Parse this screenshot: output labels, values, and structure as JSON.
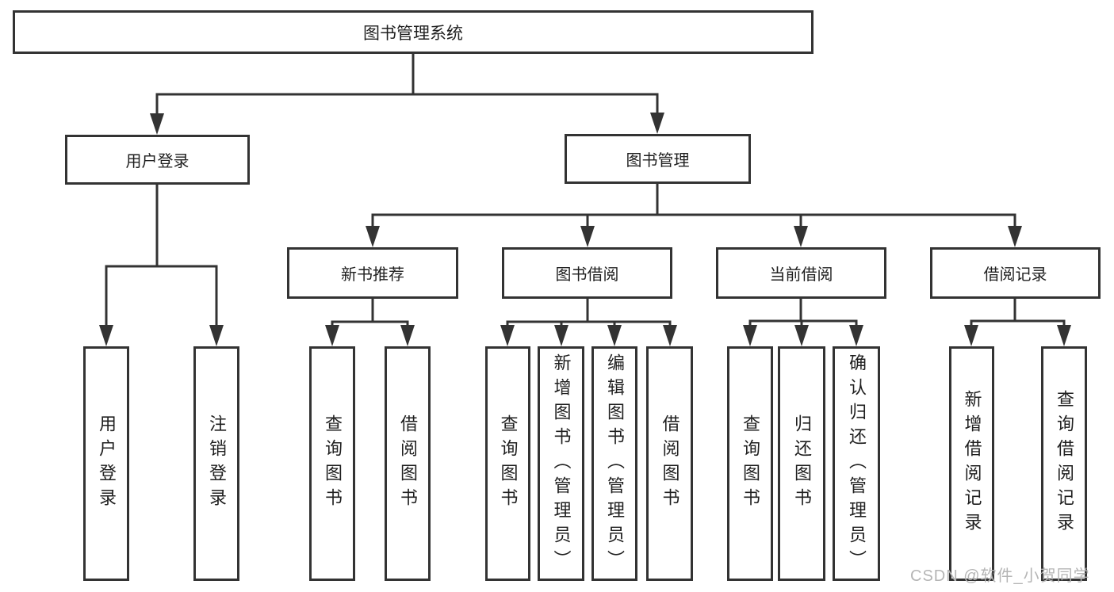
{
  "diagram": {
    "root": {
      "label": "图书管理系统"
    },
    "level2": [
      {
        "label": "用户登录"
      },
      {
        "label": "图书管理"
      }
    ],
    "level3": [
      {
        "label": "新书推荐"
      },
      {
        "label": "图书借阅"
      },
      {
        "label": "当前借阅"
      },
      {
        "label": "借阅记录"
      }
    ],
    "leaves": {
      "user_login": [
        "用户登录",
        "注销登录"
      ],
      "new_books": [
        "查询图书",
        "借阅图书"
      ],
      "book_borrow": [
        "查询图书",
        "新增图书（管理员）",
        "编辑图书（管理员）",
        "借阅图书"
      ],
      "current_borrow": [
        "查询图书",
        "归还图书",
        "确认归还（管理员）"
      ],
      "borrow_records": [
        "新增借阅记录",
        "查询借阅记录"
      ]
    }
  },
  "watermark": "CSDN @软件_小贺同学",
  "colors": {
    "line": "#333333",
    "box_border": "#333333",
    "text": "#1f1f1f",
    "watermark": "#b5b5b5",
    "background": "#ffffff"
  }
}
